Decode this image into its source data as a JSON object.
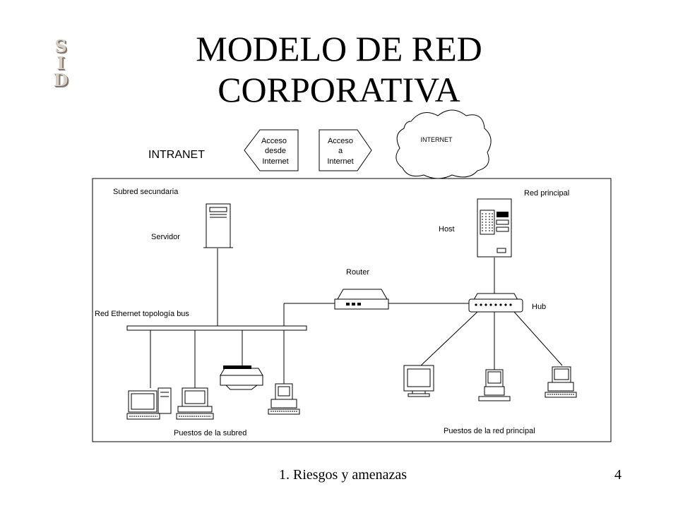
{
  "title": {
    "line1": "MODELO DE RED",
    "line2": "CORPORATIVA"
  },
  "logo": {
    "letters": [
      "S",
      "I",
      "D"
    ]
  },
  "labels": {
    "intranet": "INTRANET",
    "access_from": [
      "Acceso",
      "desde",
      "Internet"
    ],
    "access_to": [
      "Acceso",
      "a",
      "Internet"
    ],
    "internet": "INTERNET",
    "subnet": "Subred secundaria",
    "main_network": "Red principal",
    "server": "Servidor",
    "host": "Host",
    "router": "Router",
    "hub": "Hub",
    "ethernet": "Red Ethernet topología bus",
    "subnet_stations": "Puestos de la subred",
    "main_stations": "Puestos de la red principal"
  },
  "footer": {
    "section": "1. Riesgos y amenazas",
    "page": "4"
  }
}
